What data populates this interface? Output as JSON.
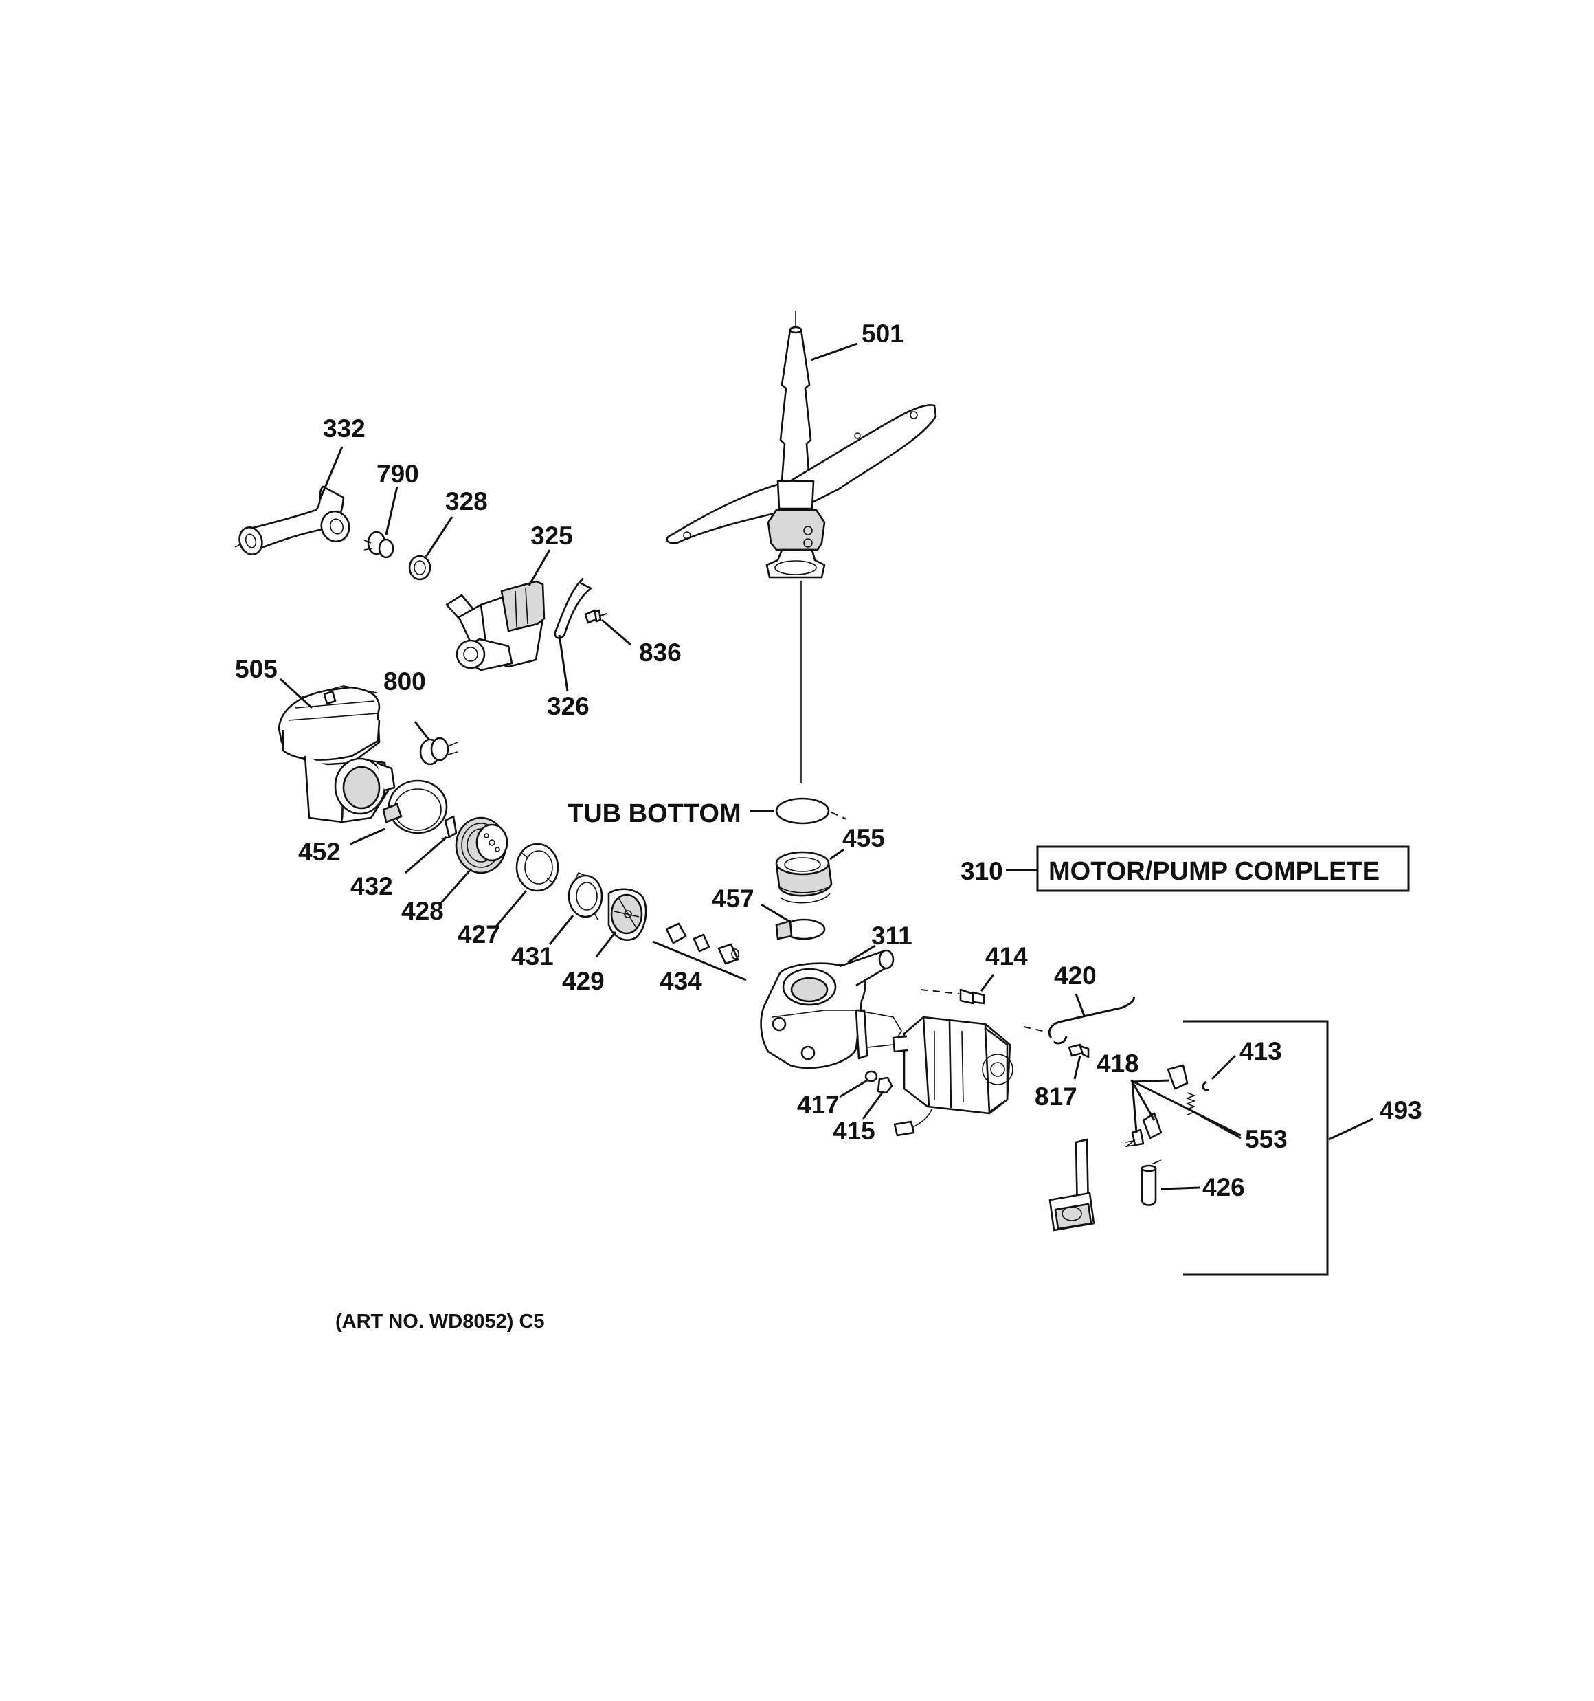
{
  "labels": {
    "p501": "501",
    "p332": "332",
    "p790": "790",
    "p328": "328",
    "p325": "325",
    "p836": "836",
    "p326": "326",
    "p505": "505",
    "p800": "800",
    "tub_bottom": "TUB BOTTOM",
    "p455": "455",
    "p310": "310",
    "motor_pump_complete": "MOTOR/PUMP COMPLETE",
    "p457": "457",
    "p452": "452",
    "p432": "432",
    "p428": "428",
    "p427": "427",
    "p431": "431",
    "p429": "429",
    "p434": "434",
    "p311": "311",
    "p414": "414",
    "p420": "420",
    "p413": "413",
    "p418": "418",
    "p817": "817",
    "p493": "493",
    "p553": "553",
    "p417": "417",
    "p415": "415",
    "p426": "426"
  },
  "footer": {
    "art_no": "(ART NO. WD8052) C5"
  }
}
